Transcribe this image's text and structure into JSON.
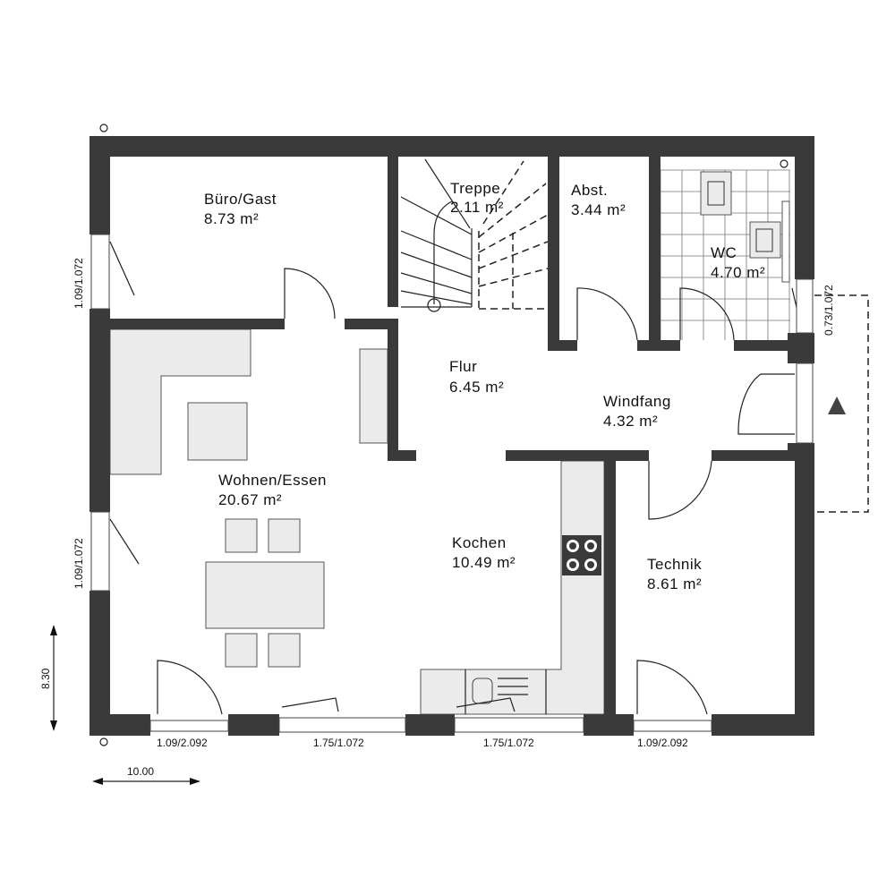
{
  "rooms": [
    {
      "name": "Büro/Gast",
      "area": "8.73 m²"
    },
    {
      "name": "Treppe",
      "area": "2.11 m²"
    },
    {
      "name": "Abst.",
      "area": "3.44 m²"
    },
    {
      "name": "WC",
      "area": "4.70 m²"
    },
    {
      "name": "Flur",
      "area": "6.45 m²"
    },
    {
      "name": "Windfang",
      "area": "4.32 m²"
    },
    {
      "name": "Wohnen/Essen",
      "area": "20.67 m²"
    },
    {
      "name": "Kochen",
      "area": "10.49 m²"
    },
    {
      "name": "Technik",
      "area": "8.61 m²"
    }
  ],
  "dimensions": {
    "left_window_top": "1.09/1.072",
    "left_window_bottom": "1.09/1.072",
    "right_window": "0.73/1.072",
    "bottom_door_left": "1.09/2.092",
    "bottom_window_1": "1.75/1.072",
    "bottom_window_2": "1.75/1.072",
    "bottom_door_right": "1.09/2.092",
    "height": "8.30",
    "width": "10.00"
  }
}
